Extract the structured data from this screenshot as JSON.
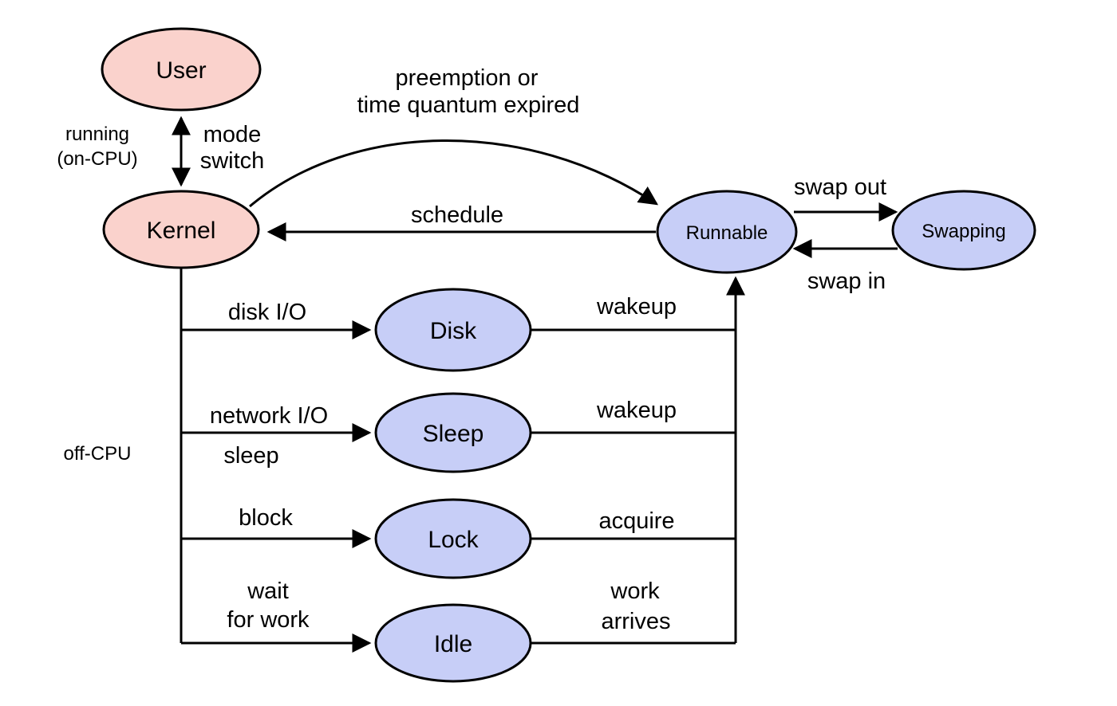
{
  "colors": {
    "background": "#ffffff",
    "pink_fill": "#fad2cc",
    "blue_fill": "#c7cef7",
    "stroke": "#000000"
  },
  "nodes": {
    "user": "User",
    "kernel": "Kernel",
    "runnable": "Runnable",
    "swapping": "Swapping",
    "disk": "Disk",
    "sleep": "Sleep",
    "lock": "Lock",
    "idle": "Idle"
  },
  "labels": {
    "running_line1": "running",
    "running_line2": "(on-CPU)",
    "mode_switch_line1": "mode",
    "mode_switch_line2": "switch",
    "preemption_line1": "preemption or",
    "preemption_line2": "time quantum expired",
    "schedule": "schedule",
    "swap_out": "swap out",
    "swap_in": "swap in",
    "disk_io": "disk I/O",
    "network_io": "network I/O",
    "sleep_action": "sleep",
    "block": "block",
    "wait_line1": "wait",
    "wait_line2": "for work",
    "wakeup_disk": "wakeup",
    "wakeup_sleep": "wakeup",
    "acquire": "acquire",
    "work_arrives_line1": "work",
    "work_arrives_line2": "arrives",
    "off_cpu": "off-CPU"
  }
}
